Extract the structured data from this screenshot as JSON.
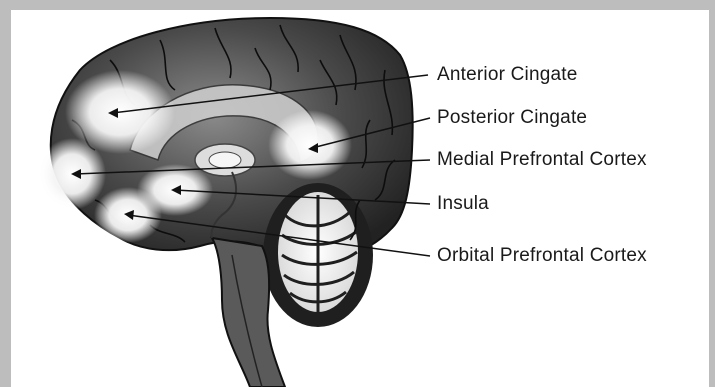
{
  "labels": {
    "anterior_cingate": "Anterior Cingate",
    "posterior_cingate": "Posterior Cingate",
    "medial_prefrontal_cortex": "Medial Prefrontal Cortex",
    "insula": "Insula",
    "orbital_prefrontal_cortex": "Orbital Prefrontal Cortex"
  },
  "colors": {
    "frame": "#bdbdbd",
    "brain_dark": "#2b2b2b",
    "glow": "#ffffff",
    "line": "#111111"
  }
}
